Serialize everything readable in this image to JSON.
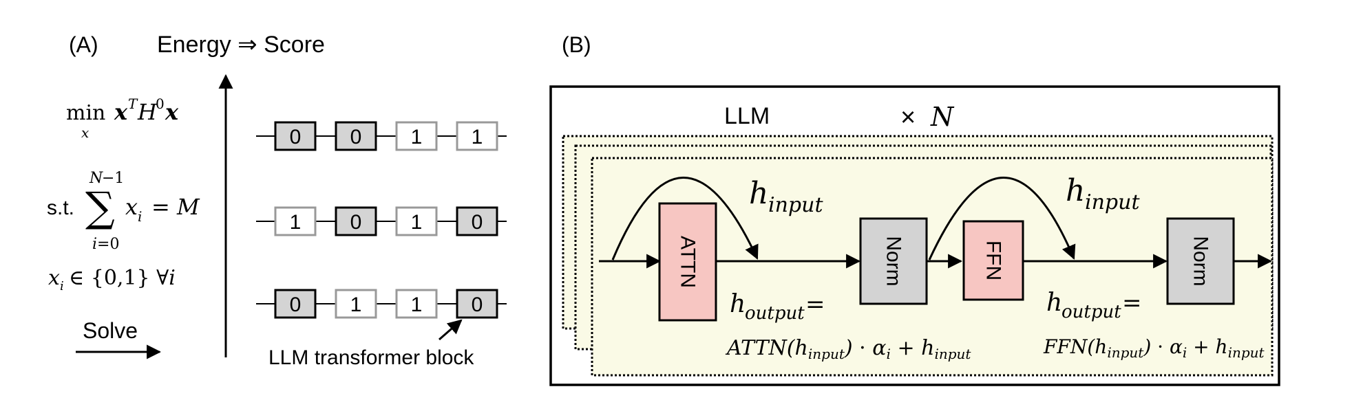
{
  "panel_a": {
    "label": "(A)",
    "title": "Energy ⇒ Score",
    "objective": "min xᵀH⁰x",
    "constraint": "s.t. ∑ xᵢ = M",
    "constraint_upper": "N−1",
    "constraint_lower": "i=0",
    "binary": "xᵢ ∈ {0,1} ∀i",
    "solve_label": "Solve",
    "rows": [
      {
        "bits": [
          "0",
          "0",
          "1",
          "1"
        ],
        "dark": [
          true,
          true,
          false,
          false
        ]
      },
      {
        "bits": [
          "1",
          "0",
          "1",
          "0"
        ],
        "dark": [
          false,
          true,
          false,
          true
        ]
      },
      {
        "bits": [
          "0",
          "1",
          "1",
          "0"
        ],
        "dark": [
          true,
          false,
          false,
          true
        ]
      }
    ],
    "block_caption": "LLM transformer block"
  },
  "panel_b": {
    "label": "(B)",
    "llm_label": "LLM",
    "repeat_label": "× N",
    "attn_label": "ATTN",
    "norm_label": "Norm",
    "ffn_label": "FFN",
    "h_input": "h_input",
    "h_output_attn": "h_output = ATTN(h_input) · α_i + h_input",
    "h_output_ffn": "h_output = FFN(h_input) · α_i + h_input"
  },
  "colors": {
    "dark_block": "#d4d4d4",
    "light_block": "#ffffff",
    "light_border": "#999999",
    "panel_fill": "#fafae6",
    "attn_fill": "#f7c6c2",
    "norm_fill": "#d3d3d3",
    "stroke": "#000000"
  }
}
